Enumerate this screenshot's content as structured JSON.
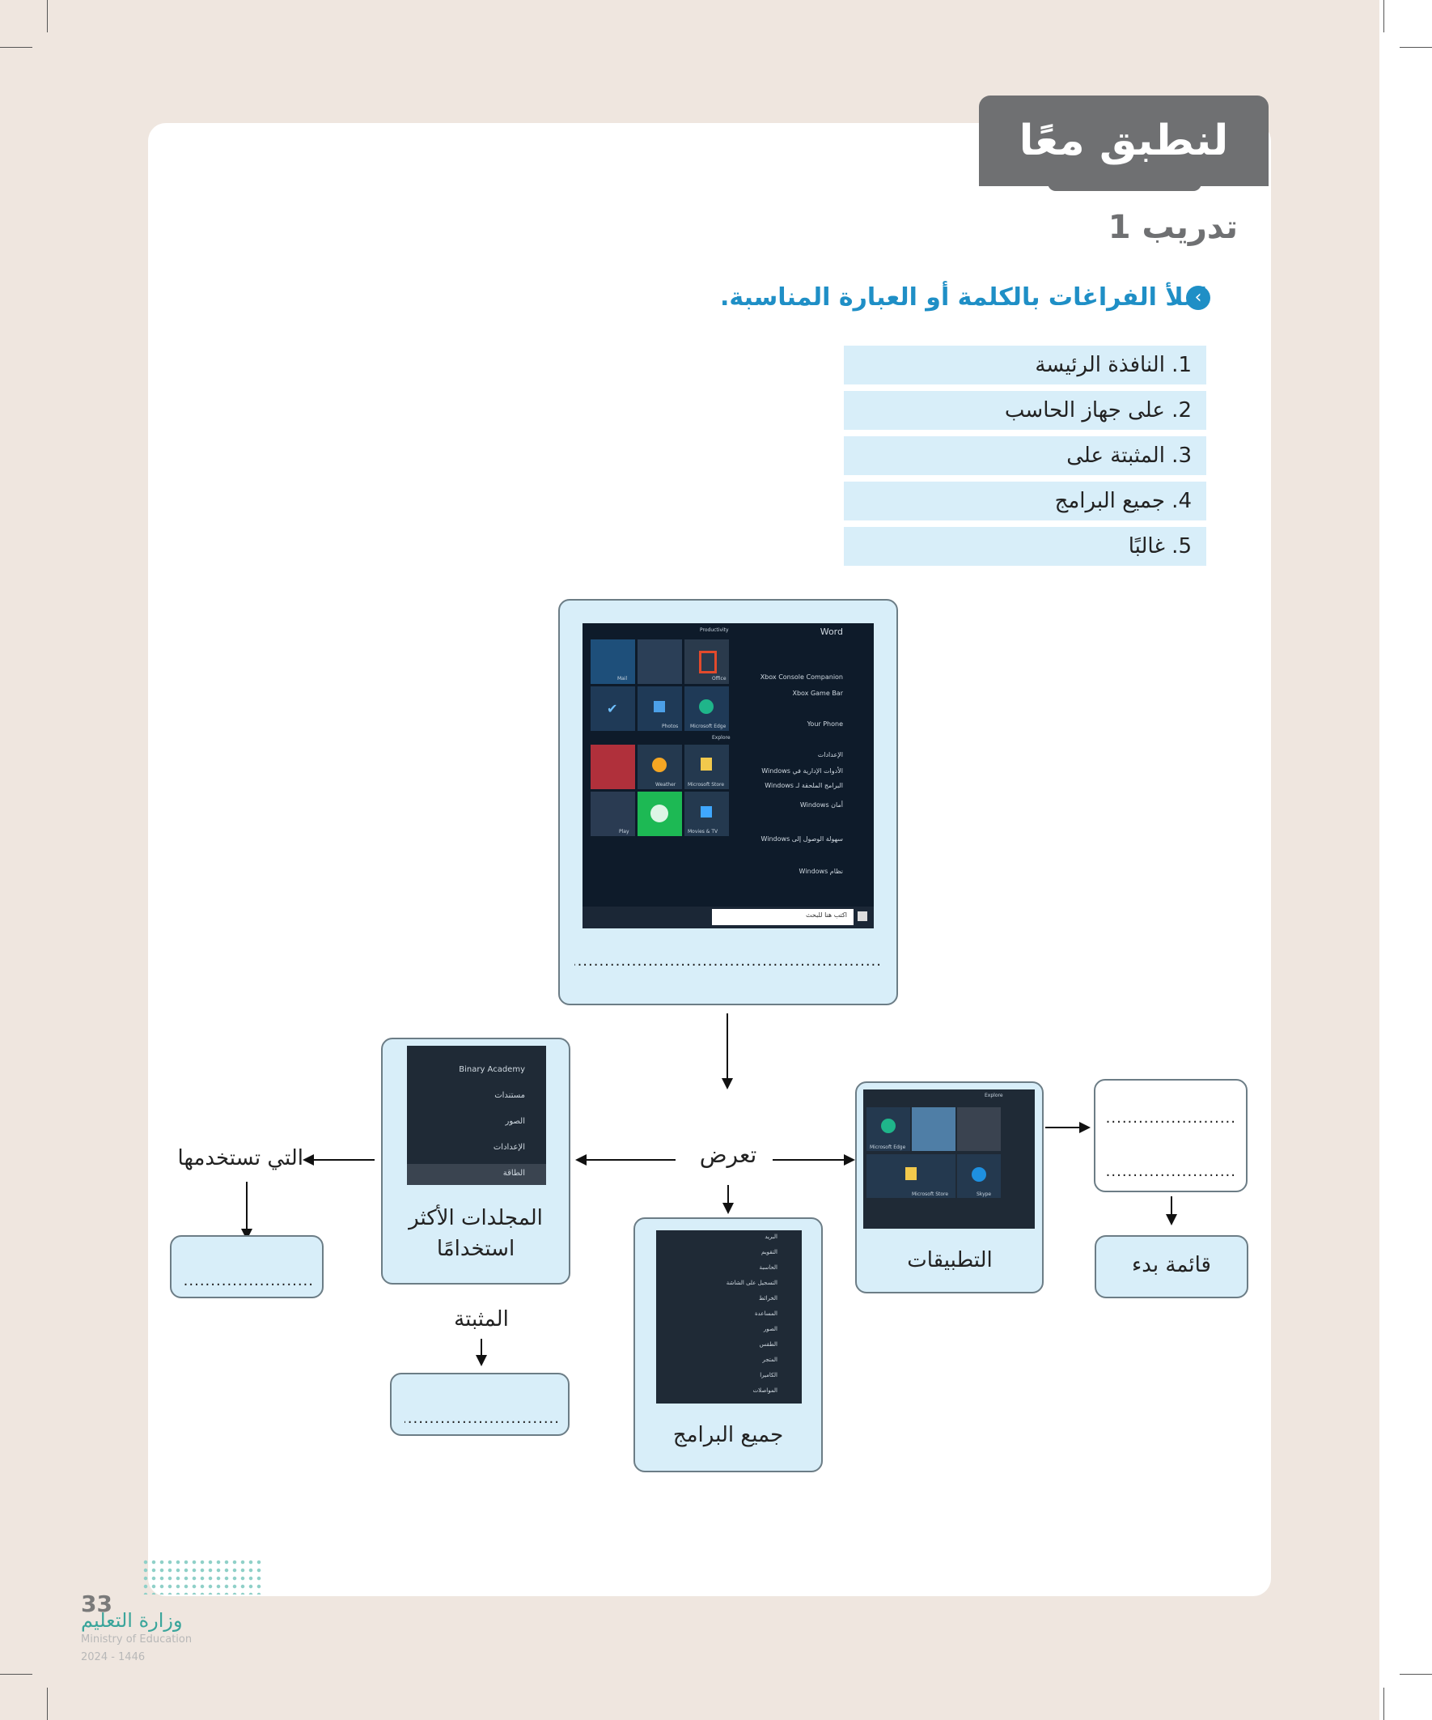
{
  "header": {
    "title": "لنطبق معًا"
  },
  "exercise": {
    "title": "تدريب 1",
    "instruction": "املأ الفراغات بالكلمة أو العبارة المناسبة."
  },
  "word_bank": [
    "1. النافذة الرئيسة",
    "2. على جهاز الحاسب",
    "3. المثبتة على",
    "4. جميع البرامج",
    "5. غالبًا"
  ],
  "diagram": {
    "blank_short": "...........................",
    "blank_long": "........................................................................",
    "blank_mid": "................................",
    "node_display": "تعرض",
    "node_apps": "التطبيقات",
    "node_start_menu": "قائمة بدء",
    "node_all_programs": "جميع البرامج",
    "node_folders_line1": "المجلدات الأكثر",
    "node_folders_line2": "استخدامًا",
    "node_you_use": "التي تستخدمها",
    "node_pinned": "المثبتة"
  },
  "screenshot_main": {
    "group_productivity": "Productivity",
    "group_explore": "Explore",
    "tiles": [
      "Mail",
      "Office",
      "Photos",
      "Microsoft Edge",
      "Weather",
      "Microsoft Store",
      "Play",
      "Movies & TV"
    ],
    "app_list": [
      "Word",
      "Xbox Console Companion",
      "Xbox Game Bar",
      "Your Phone",
      "الإعدادات",
      "الأدوات الإدارية في Windows",
      "البرامج الملحقة لـ Windows",
      "أمان Windows",
      "سهولة الوصول إلى Windows",
      "نظام Windows"
    ],
    "search_placeholder": "اكتب هنا للبحث"
  },
  "screenshot_folders": {
    "items": [
      "Binary Academy",
      "مستندات",
      "الصور",
      "الإعدادات",
      "الطاقة"
    ]
  },
  "screenshot_apps": {
    "group": "Explore",
    "tiles": [
      "Microsoft Edge",
      "Microsoft Store",
      "Skype"
    ]
  },
  "screenshot_programs": {
    "items": [
      "البريد",
      "التقويم",
      "الحاسبة",
      "التسجيل على الشاشة",
      "الخرائط",
      "المساعدة",
      "الصور",
      "الطقس",
      "المتجر",
      "الكاميرا",
      "المواصلات"
    ]
  },
  "footer": {
    "page_number": "33",
    "ministry_ar": "وزارة التعليم",
    "ministry_en": "Ministry of Education",
    "year": "2024 - 1446"
  },
  "colors": {
    "accent_blue": "#1f8fc6",
    "box_fill": "#d8eef9",
    "header_gray": "#6f7072"
  }
}
